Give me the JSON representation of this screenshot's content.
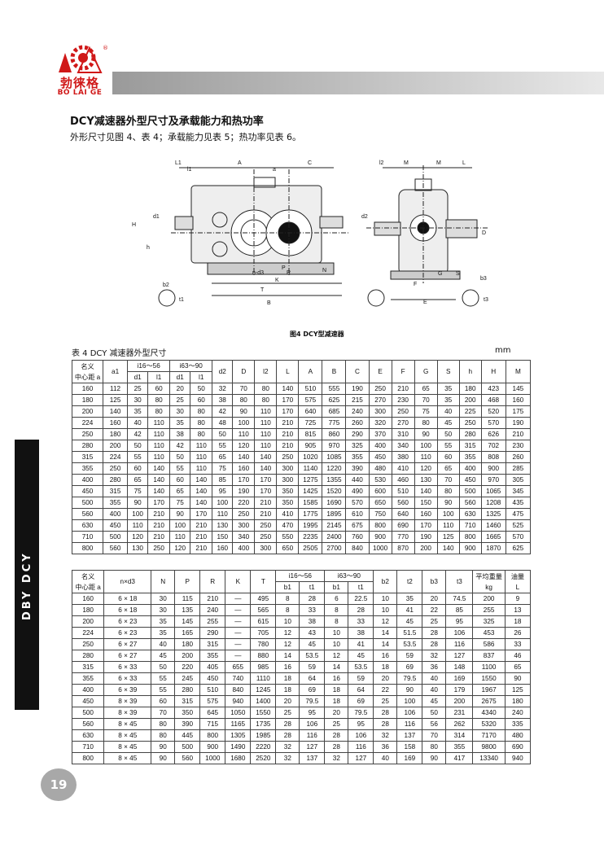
{
  "logo": {
    "brand_cn": "勃徕格",
    "brand_en": "BO LAI GE",
    "reg": "®"
  },
  "heading": {
    "title": "DCY减速器外型尺寸及承载能力和热功率",
    "subtitle": "外形尺寸见图 4、表 4；承载能力见表 5；热功率见表 6。"
  },
  "figure": {
    "caption": "图4  DCY型减速器",
    "labels": [
      "L1",
      "l1",
      "A",
      "a",
      "C",
      "l2",
      "M",
      "M",
      "L",
      "H",
      "d1",
      "h",
      "b2",
      "t1",
      "P",
      "n-d3",
      "R",
      "K",
      "N",
      "T",
      "B",
      "d2",
      "D",
      "G",
      "S",
      "F",
      "E",
      "b3",
      "t3"
    ]
  },
  "table1": {
    "label": "表 4   DCY 减速器外型尺寸",
    "unit": "mm",
    "header1": [
      "名义",
      "a1",
      "i16～56",
      "i63～90",
      "d2",
      "D",
      "l2",
      "L",
      "A",
      "B",
      "C",
      "E",
      "F",
      "G",
      "S",
      "h",
      "H",
      "M"
    ],
    "header1b": "中心距 a",
    "header2": [
      "d1",
      "l1",
      "d1",
      "l1"
    ],
    "rows": [
      [
        "160",
        "112",
        "25",
        "60",
        "20",
        "50",
        "32",
        "70",
        "80",
        "140",
        "510",
        "555",
        "190",
        "250",
        "210",
        "65",
        "35",
        "180",
        "423",
        "145"
      ],
      [
        "180",
        "125",
        "30",
        "80",
        "25",
        "60",
        "38",
        "80",
        "80",
        "170",
        "575",
        "625",
        "215",
        "270",
        "230",
        "70",
        "35",
        "200",
        "468",
        "160"
      ],
      [
        "200",
        "140",
        "35",
        "80",
        "30",
        "80",
        "42",
        "90",
        "110",
        "170",
        "640",
        "685",
        "240",
        "300",
        "250",
        "75",
        "40",
        "225",
        "520",
        "175"
      ],
      [
        "224",
        "160",
        "40",
        "110",
        "35",
        "80",
        "48",
        "100",
        "110",
        "210",
        "725",
        "775",
        "260",
        "320",
        "270",
        "80",
        "45",
        "250",
        "570",
        "190"
      ],
      [
        "250",
        "180",
        "42",
        "110",
        "38",
        "80",
        "50",
        "110",
        "110",
        "210",
        "815",
        "860",
        "290",
        "370",
        "310",
        "90",
        "50",
        "280",
        "626",
        "210"
      ],
      [
        "280",
        "200",
        "50",
        "110",
        "42",
        "110",
        "55",
        "120",
        "110",
        "210",
        "905",
        "970",
        "325",
        "400",
        "340",
        "100",
        "55",
        "315",
        "702",
        "230"
      ],
      [
        "315",
        "224",
        "55",
        "110",
        "50",
        "110",
        "65",
        "140",
        "140",
        "250",
        "1020",
        "1085",
        "355",
        "450",
        "380",
        "110",
        "60",
        "355",
        "808",
        "260"
      ],
      [
        "355",
        "250",
        "60",
        "140",
        "55",
        "110",
        "75",
        "160",
        "140",
        "300",
        "1140",
        "1220",
        "390",
        "480",
        "410",
        "120",
        "65",
        "400",
        "900",
        "285"
      ],
      [
        "400",
        "280",
        "65",
        "140",
        "60",
        "140",
        "85",
        "170",
        "170",
        "300",
        "1275",
        "1355",
        "440",
        "530",
        "460",
        "130",
        "70",
        "450",
        "970",
        "305"
      ],
      [
        "450",
        "315",
        "75",
        "140",
        "65",
        "140",
        "95",
        "190",
        "170",
        "350",
        "1425",
        "1520",
        "490",
        "600",
        "510",
        "140",
        "80",
        "500",
        "1065",
        "345"
      ],
      [
        "500",
        "355",
        "90",
        "170",
        "75",
        "140",
        "100",
        "220",
        "210",
        "350",
        "1585",
        "1690",
        "570",
        "650",
        "560",
        "150",
        "90",
        "560",
        "1208",
        "435"
      ],
      [
        "560",
        "400",
        "100",
        "210",
        "90",
        "170",
        "110",
        "250",
        "210",
        "410",
        "1775",
        "1895",
        "610",
        "750",
        "640",
        "160",
        "100",
        "630",
        "1325",
        "475"
      ],
      [
        "630",
        "450",
        "110",
        "210",
        "100",
        "210",
        "130",
        "300",
        "250",
        "470",
        "1995",
        "2145",
        "675",
        "800",
        "690",
        "170",
        "110",
        "710",
        "1460",
        "525"
      ],
      [
        "710",
        "500",
        "120",
        "210",
        "110",
        "210",
        "150",
        "340",
        "250",
        "550",
        "2235",
        "2400",
        "760",
        "900",
        "770",
        "190",
        "125",
        "800",
        "1665",
        "570"
      ],
      [
        "800",
        "560",
        "130",
        "250",
        "120",
        "210",
        "160",
        "400",
        "300",
        "650",
        "2505",
        "2700",
        "840",
        "1000",
        "870",
        "200",
        "140",
        "900",
        "1870",
        "625"
      ]
    ]
  },
  "table2": {
    "header1": [
      "名义",
      "n×d3",
      "N",
      "P",
      "R",
      "K",
      "T",
      "i16～56",
      "i63～90",
      "b2",
      "t2",
      "b3",
      "t3",
      "平均重量",
      "油量"
    ],
    "header1b": "中心距 a",
    "header2": [
      "b1",
      "t1",
      "b1",
      "t1"
    ],
    "weight_unit": "kg",
    "oil_unit": "L",
    "rows": [
      [
        "160",
        "6 × 18",
        "30",
        "115",
        "210",
        "—",
        "495",
        "8",
        "28",
        "6",
        "22.5",
        "10",
        "35",
        "20",
        "74.5",
        "200",
        "9"
      ],
      [
        "180",
        "6 × 18",
        "30",
        "135",
        "240",
        "—",
        "565",
        "8",
        "33",
        "8",
        "28",
        "10",
        "41",
        "22",
        "85",
        "255",
        "13"
      ],
      [
        "200",
        "6 × 23",
        "35",
        "145",
        "255",
        "—",
        "615",
        "10",
        "38",
        "8",
        "33",
        "12",
        "45",
        "25",
        "95",
        "325",
        "18"
      ],
      [
        "224",
        "6 × 23",
        "35",
        "165",
        "290",
        "—",
        "705",
        "12",
        "43",
        "10",
        "38",
        "14",
        "51.5",
        "28",
        "106",
        "453",
        "26"
      ],
      [
        "250",
        "6 × 27",
        "40",
        "180",
        "315",
        "—",
        "780",
        "12",
        "45",
        "10",
        "41",
        "14",
        "53.5",
        "28",
        "116",
        "586",
        "33"
      ],
      [
        "280",
        "6 × 27",
        "45",
        "200",
        "355",
        "—",
        "880",
        "14",
        "53.5",
        "12",
        "45",
        "16",
        "59",
        "32",
        "127",
        "837",
        "46"
      ],
      [
        "315",
        "6 × 33",
        "50",
        "220",
        "405",
        "655",
        "985",
        "16",
        "59",
        "14",
        "53.5",
        "18",
        "69",
        "36",
        "148",
        "1100",
        "65"
      ],
      [
        "355",
        "6 × 33",
        "55",
        "245",
        "450",
        "740",
        "1110",
        "18",
        "64",
        "16",
        "59",
        "20",
        "79.5",
        "40",
        "169",
        "1550",
        "90"
      ],
      [
        "400",
        "6 × 39",
        "55",
        "280",
        "510",
        "840",
        "1245",
        "18",
        "69",
        "18",
        "64",
        "22",
        "90",
        "40",
        "179",
        "1967",
        "125"
      ],
      [
        "450",
        "8 × 39",
        "60",
        "315",
        "575",
        "940",
        "1400",
        "20",
        "79.5",
        "18",
        "69",
        "25",
        "100",
        "45",
        "200",
        "2675",
        "180"
      ],
      [
        "500",
        "8 × 39",
        "70",
        "350",
        "645",
        "1050",
        "1550",
        "25",
        "95",
        "20",
        "79.5",
        "28",
        "106",
        "50",
        "231",
        "4340",
        "240"
      ],
      [
        "560",
        "8 × 45",
        "80",
        "390",
        "715",
        "1165",
        "1735",
        "28",
        "106",
        "25",
        "95",
        "28",
        "116",
        "56",
        "262",
        "5320",
        "335"
      ],
      [
        "630",
        "8 × 45",
        "80",
        "445",
        "800",
        "1305",
        "1985",
        "28",
        "116",
        "28",
        "106",
        "32",
        "137",
        "70",
        "314",
        "7170",
        "480"
      ],
      [
        "710",
        "8 × 45",
        "90",
        "500",
        "900",
        "1490",
        "2220",
        "32",
        "127",
        "28",
        "116",
        "36",
        "158",
        "80",
        "355",
        "9800",
        "690"
      ],
      [
        "800",
        "8 × 45",
        "90",
        "560",
        "1000",
        "1680",
        "2520",
        "32",
        "137",
        "32",
        "127",
        "40",
        "169",
        "90",
        "417",
        "13340",
        "940"
      ]
    ]
  },
  "sidebar": {
    "text": "DBY   DCY"
  },
  "page": {
    "number": "19"
  },
  "colors": {
    "brand_red": "#d01818",
    "sidebar": "#111111",
    "header_bar": "#b0b0b0"
  }
}
